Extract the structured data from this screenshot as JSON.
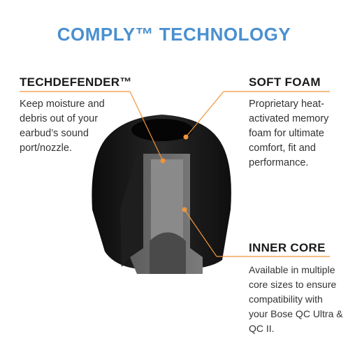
{
  "title": "COMPLY™ TECHNOLOGY",
  "colors": {
    "title": "#4a90d0",
    "accent": "#f0953a",
    "foam": "#141414",
    "core": "#6a6a6a"
  },
  "callouts": {
    "techdefender": {
      "heading": "TECHDEFENDER™",
      "lines": [
        "Keep moisture and",
        "debris out of your",
        "earbud’s sound",
        "port/nozzle."
      ]
    },
    "soft_foam": {
      "heading": "SOFT FOAM",
      "lines": [
        "Proprietary heat-",
        "activated memory",
        "foam for ultimate",
        "comfort, fit and",
        "performance."
      ]
    },
    "inner_core": {
      "heading": "INNER CORE",
      "lines": [
        "Available in multiple",
        "core sizes to ensure",
        "compatibility with",
        "your Bose QC Ultra &",
        "QC II."
      ]
    }
  },
  "illustration": {
    "icon": "foam-ear-tip-cutaway"
  }
}
